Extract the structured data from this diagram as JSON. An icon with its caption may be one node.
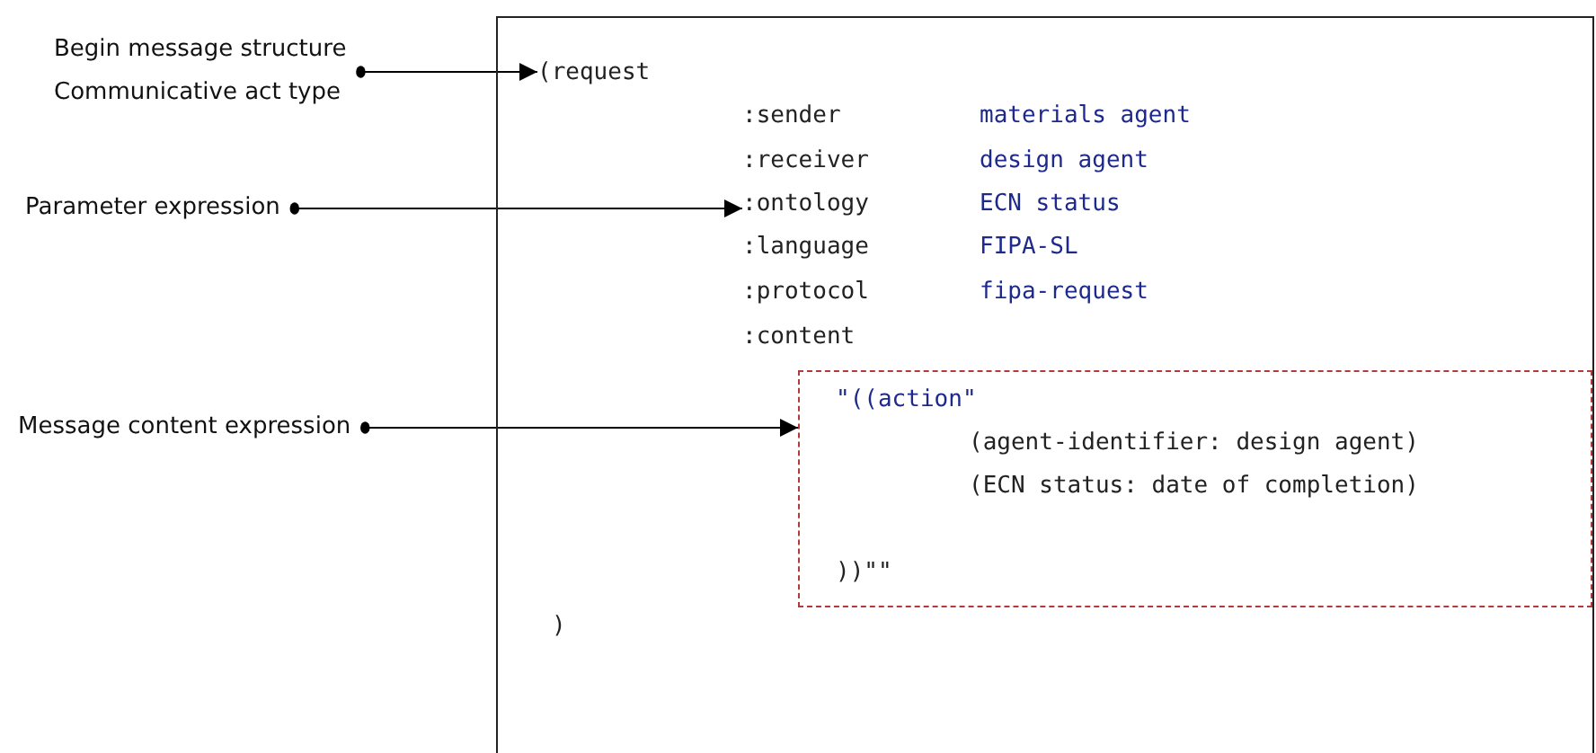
{
  "diagram": {
    "nodes": [
      {
        "text": [
          "Begin message structure",
          "Communicative act type"
        ]
      },
      {
        "text": [
          "Parameter expression"
        ]
      },
      {
        "text": [
          "Message content expression"
        ]
      },
      {
        "text": [],
        "shape": "box"
      },
      {
        "text": [
          "(request"
        ],
        "in": 3
      },
      {
        "text": [
          ":sender",
          "materials agent"
        ],
        "in": 3
      },
      {
        "text": [
          ":receiver",
          "design agent"
        ],
        "in": 3
      },
      {
        "text": [
          ":ontology",
          "ECN status"
        ],
        "in": 3
      },
      {
        "text": [
          ":language",
          "FIPA-SL"
        ],
        "in": 3
      },
      {
        "text": [
          ":protocol",
          "fipa-request"
        ],
        "in": 3
      },
      {
        "text": [
          ":content"
        ],
        "in": 3
      },
      {
        "text": [
          "\"((action\"",
          "(agent-identifier: design agent)",
          "(ECN status: date of completion)",
          "))\"\""
        ],
        "in": 3
      },
      {
        "text": [
          ")"
        ],
        "in": 3
      }
    ],
    "edges": [
      {
        "from": 0,
        "to": 4,
        "arrow": "to"
      },
      {
        "from": 1,
        "to": 7,
        "arrow": "to"
      },
      {
        "from": 2,
        "to": 11,
        "arrow": "to"
      }
    ]
  }
}
